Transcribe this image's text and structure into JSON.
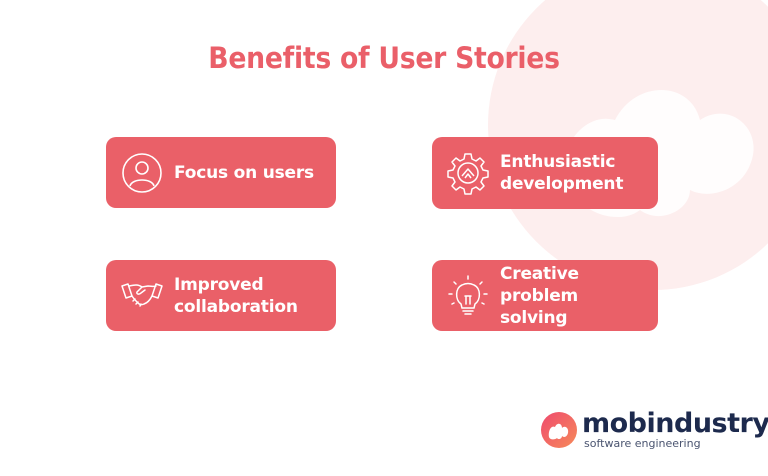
{
  "page": {
    "title": "Benefits of User Stories",
    "colors": {
      "accent": "#ea6068",
      "title": "#ea5f69",
      "background_circle": "#fdeeee",
      "logo_text": "#1d2a4d"
    }
  },
  "cards": [
    {
      "label_line1": "Focus on users",
      "label_line2": "",
      "icon": "user-circle-icon"
    },
    {
      "label_line1": "Enthusiastic",
      "label_line2": "development",
      "icon": "gear-chevron-icon"
    },
    {
      "label_line1": "Improved",
      "label_line2": "collaboration",
      "icon": "handshake-icon"
    },
    {
      "label_line1": "Creative problem",
      "label_line2": "solving",
      "icon": "lightbulb-icon"
    }
  ],
  "logo": {
    "name": "mobindustry",
    "tagline": "software engineering",
    "icon": "mobindustry-logo-icon"
  }
}
